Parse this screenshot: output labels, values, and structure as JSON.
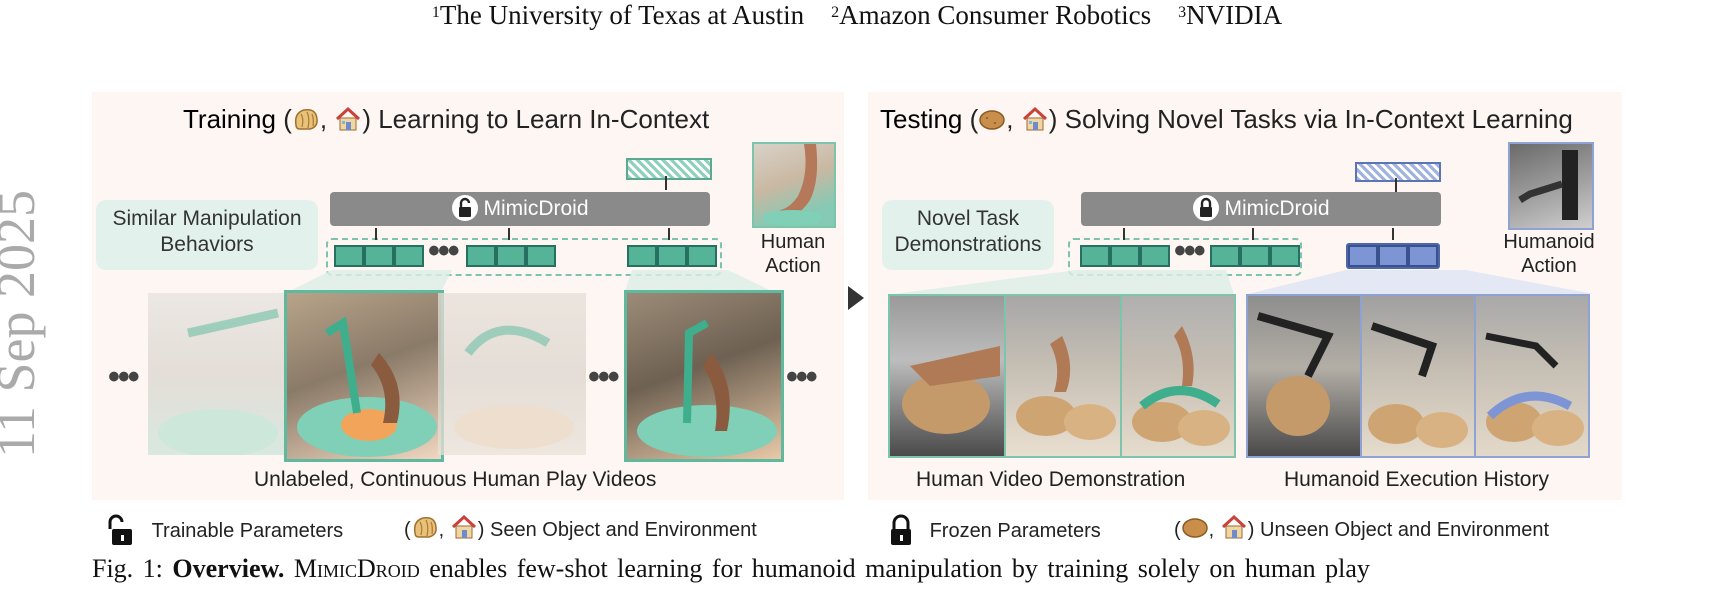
{
  "affiliations": {
    "a1": {
      "num": "1",
      "name": "The University of Texas at Austin"
    },
    "a2": {
      "num": "2",
      "name": "Amazon Consumer Robotics"
    },
    "a3": {
      "num": "3",
      "name": "NVIDIA"
    }
  },
  "arxiv_sidebar": "11 Sep 2025",
  "training": {
    "title_bold": "Training",
    "title_rest": "Learning to Learn In-Context",
    "model_label": "MimicDroid",
    "pill": "Similar Manipulation Behaviors",
    "action_label_1": "Human",
    "action_label_2": "Action",
    "ellipsis": "•••",
    "caption": "Unlabeled, Continuous Human Play Videos"
  },
  "testing": {
    "title_bold": "Testing",
    "title_rest": "Solving Novel Tasks via In-Context Learning",
    "model_label": "MimicDroid",
    "pill": "Novel Task Demonstrations",
    "action_label_1": "Humanoid",
    "action_label_2": "Action",
    "ellipsis": "•••",
    "caption_left": "Human Video Demonstration",
    "caption_right": "Humanoid Execution History"
  },
  "legend": {
    "trainable": "Trainable Parameters",
    "seen": "Seen Object and Environment",
    "frozen": "Frozen Parameters",
    "unseen": "Unseen Object and Environment"
  },
  "figure_caption": {
    "prefix": "Fig. 1:",
    "bold": "Overview.",
    "name": "MimicDroid",
    "rest": "enables few-shot learning for humanoid manipulation by training solely on human play"
  },
  "colors": {
    "green_token": "#55b497",
    "blue_token": "#7d95d4",
    "model_bar": "#8a8a8a",
    "panel_bg": "#fdf6f3"
  }
}
